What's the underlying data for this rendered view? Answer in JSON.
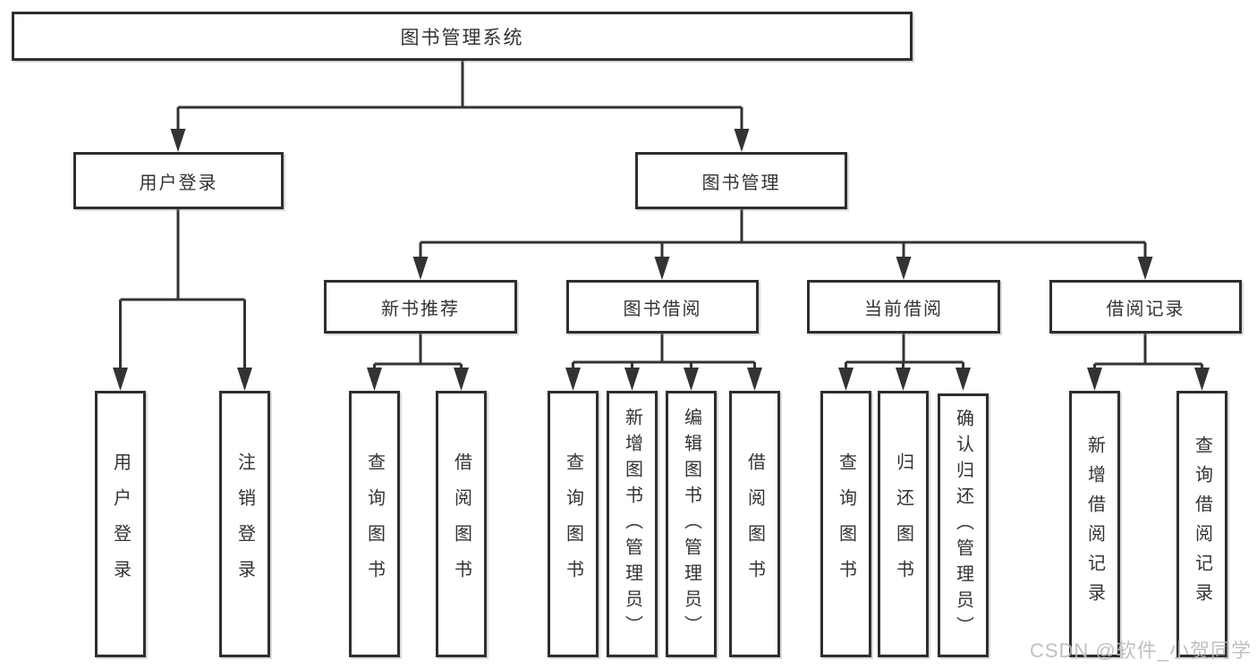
{
  "diagram_title": "图书管理系统",
  "tree": {
    "label": "图书管理系统",
    "children": [
      {
        "label": "用户登录",
        "children": [
          {
            "label": "用户登录"
          },
          {
            "label": "注销登录"
          }
        ]
      },
      {
        "label": "图书管理",
        "children": [
          {
            "label": "新书推荐",
            "children": [
              {
                "label": "查询图书"
              },
              {
                "label": "借阅图书"
              }
            ]
          },
          {
            "label": "图书借阅",
            "children": [
              {
                "label": "查询图书"
              },
              {
                "label": "新增图书（管理员）"
              },
              {
                "label": "编辑图书（管理员）"
              },
              {
                "label": "借阅图书"
              }
            ]
          },
          {
            "label": "当前借阅",
            "children": [
              {
                "label": "查询图书"
              },
              {
                "label": "归还图书"
              },
              {
                "label": "确认归还（管理员）"
              }
            ]
          },
          {
            "label": "借阅记录",
            "children": [
              {
                "label": "新增借阅记录"
              },
              {
                "label": "查询借阅记录"
              }
            ]
          }
        ]
      }
    ]
  },
  "watermark": "CSDN @软件_小贺同学",
  "colors": {
    "line": "#333333",
    "box_border": "#2e2e2e",
    "text": "#333333",
    "watermark": "#b9b9b9",
    "background": "#ffffff"
  }
}
